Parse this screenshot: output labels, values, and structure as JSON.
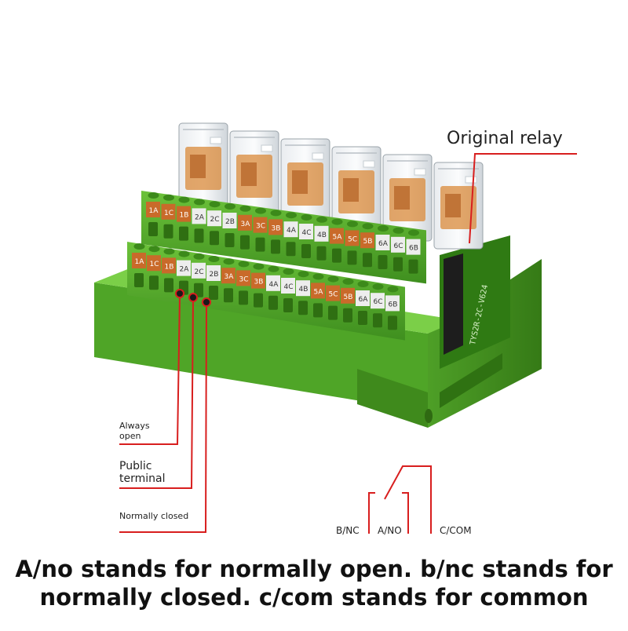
{
  "annotations": {
    "original_relay": "Original relay",
    "always_open_1": "Always",
    "always_open_2": "open",
    "public_terminal_1": "Public",
    "public_terminal_2": "terminal",
    "normally_closed": "Normally closed"
  },
  "contact_diagram": {
    "b_nc": "B/NC",
    "a_no": "A/NO",
    "c_com": "C/COM"
  },
  "board": {
    "model_text": "TYS2R-2C-V624",
    "back_row_labels": [
      "1A",
      "1C",
      "1B",
      "2A",
      "2C",
      "2B",
      "3A",
      "3C",
      "3B",
      "4A",
      "4C",
      "4B",
      "5A",
      "5C",
      "5B",
      "6A",
      "6C",
      "6B"
    ],
    "front_row_labels": [
      "1A",
      "1C",
      "1B",
      "2A",
      "2C",
      "2B",
      "3A",
      "3C",
      "3B",
      "4A",
      "4C",
      "4B",
      "5A",
      "5C",
      "5B",
      "6A",
      "6C",
      "6B"
    ],
    "relay_count": 6
  },
  "caption": {
    "line1": "A/no stands for normally open. b/nc stands for",
    "line2": "normally closed. c/com stands for common"
  },
  "colors": {
    "board_green": "#5fb52f",
    "board_dark": "#3e8a1c",
    "label_orange": "#c96a2a",
    "label_white": "#ededed",
    "leader_red": "#d81e1e"
  }
}
